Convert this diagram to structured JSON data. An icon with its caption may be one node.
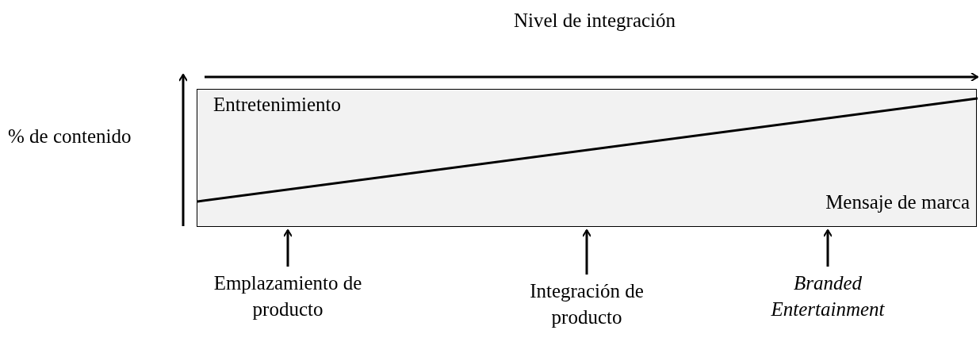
{
  "diagram": {
    "title": "Nivel de integración",
    "nodes": [
      {
        "text": [
          "Entretenimiento",
          "Mensaje de marca"
        ]
      },
      {
        "text": [
          "Emplazamiento de producto"
        ]
      },
      {
        "text": [
          "Integración de producto"
        ]
      },
      {
        "text": [
          "Branded Entertainment"
        ]
      }
    ],
    "edges": [
      {
        "from": 1,
        "to": 0,
        "arrow": "to"
      },
      {
        "from": 2,
        "to": 0,
        "arrow": "to"
      },
      {
        "from": 3,
        "to": 0,
        "arrow": "to"
      }
    ],
    "labels": [
      "% de contenido"
    ]
  }
}
